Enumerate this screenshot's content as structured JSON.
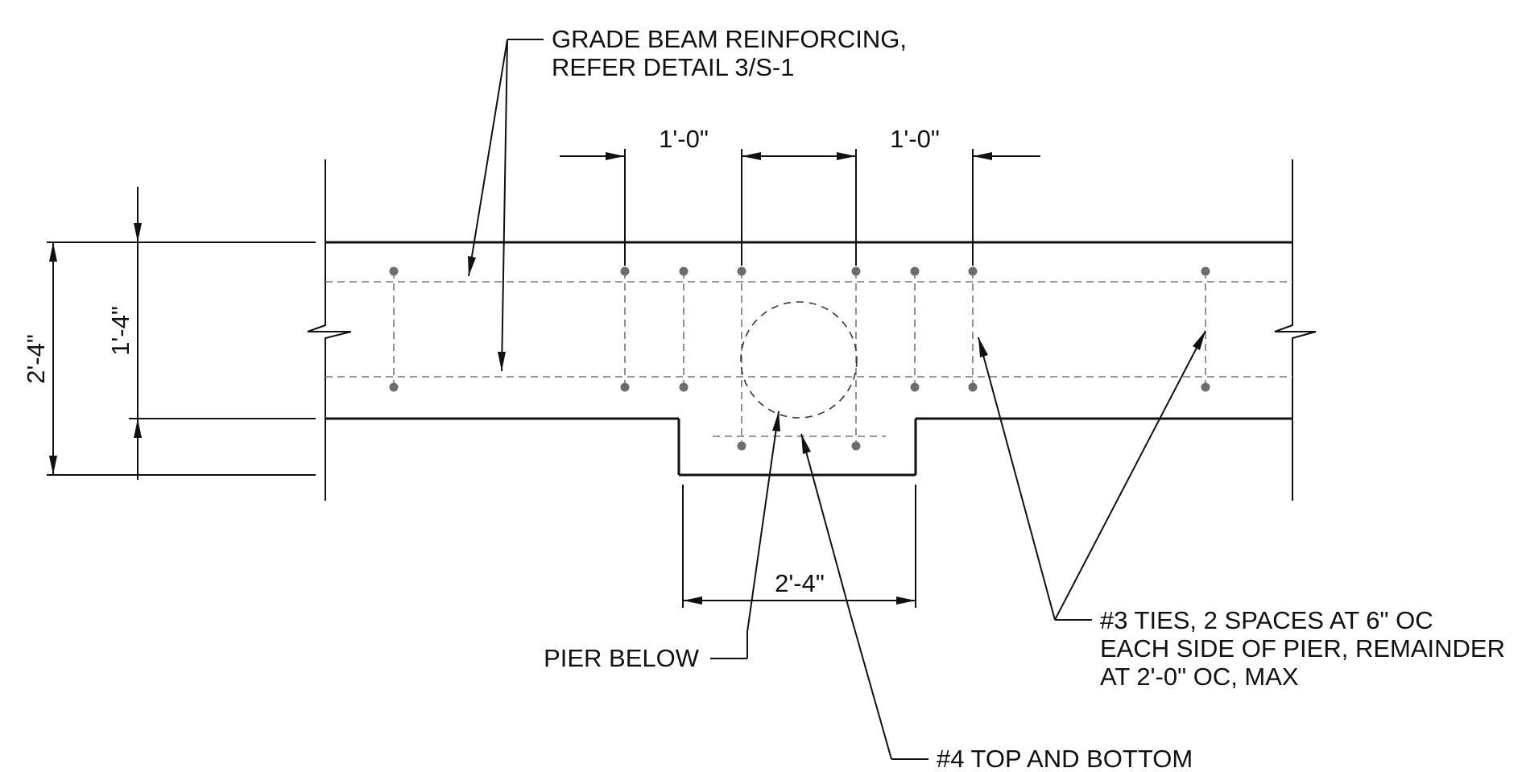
{
  "callouts": {
    "grade_beam_line1": "GRADE BEAM REINFORCING,",
    "grade_beam_line2": "REFER DETAIL 3/S-1",
    "ties_line1": "#3 TIES, 2 SPACES AT 6\" OC",
    "ties_line2": "EACH SIDE OF PIER, REMAINDER",
    "ties_line3": "AT 2'-0\" OC, MAX",
    "pier_below": "PIER BELOW",
    "top_bottom": "#4 TOP AND BOTTOM"
  },
  "dimensions": {
    "spacing_left": "1'-0\"",
    "spacing_right": "1'-0\"",
    "beam_depth": "1'-4\"",
    "overall_depth": "2'-4\"",
    "pier_width": "2'-4\""
  }
}
